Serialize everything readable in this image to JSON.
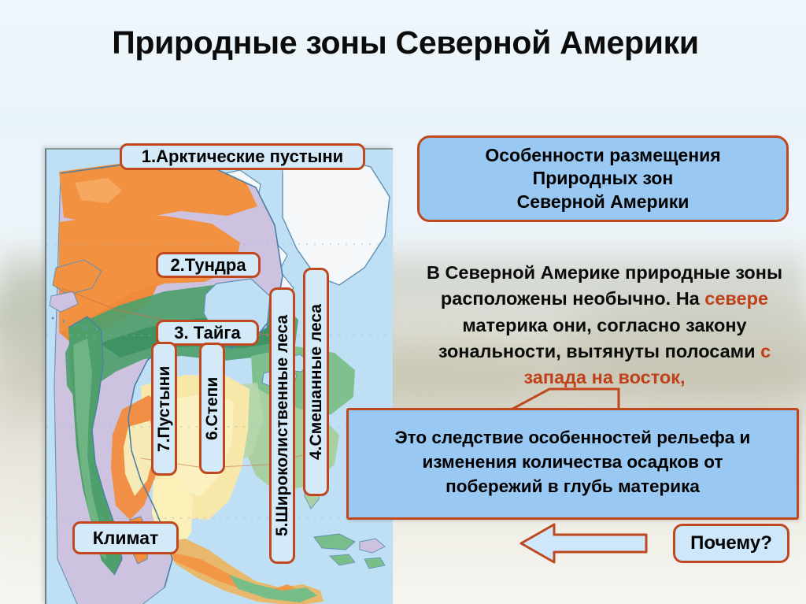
{
  "slide": {
    "title": "Природные зоны Северной Америки"
  },
  "map": {
    "labels": [
      {
        "key": "arctic",
        "text": "1.Арктические пустыни"
      },
      {
        "key": "tundra",
        "text": "2.Тундра"
      },
      {
        "key": "taiga",
        "text": "3. Тайга"
      },
      {
        "key": "mixed",
        "text": "4.Смешанные леса"
      },
      {
        "key": "broad",
        "text": "5.Широколиственные леса"
      },
      {
        "key": "steppe",
        "text": "6.Степи"
      },
      {
        "key": "deserts",
        "text": "7.Пустыни"
      },
      {
        "key": "climate",
        "text": "Климат"
      }
    ]
  },
  "panel": {
    "features_box": {
      "line1": "Особенности размещения",
      "line2": "Природных  зон",
      "line3": "Северной Америки"
    },
    "paragraph": {
      "part1": "В Северной Америке природные зоны расположены необычно. На ",
      "highlight1": "севере",
      "part2": " материка они, согласно закону зональности, вытянуты полосами ",
      "highlight2": "с запада на восток,"
    },
    "consequence_box": {
      "line1": "Это следствие особенностей рельефа и",
      "line2": "изменения количества осадков от",
      "line3": "побережий в глубь материка"
    },
    "why_label": "Почему?"
  },
  "colors": {
    "accent_border": "#c0481f",
    "box_blue": "#99c9f2",
    "label_blue": "#d5eaf9",
    "highlight_text": "#c0401a",
    "map_ocean": "#bfe0f4"
  }
}
